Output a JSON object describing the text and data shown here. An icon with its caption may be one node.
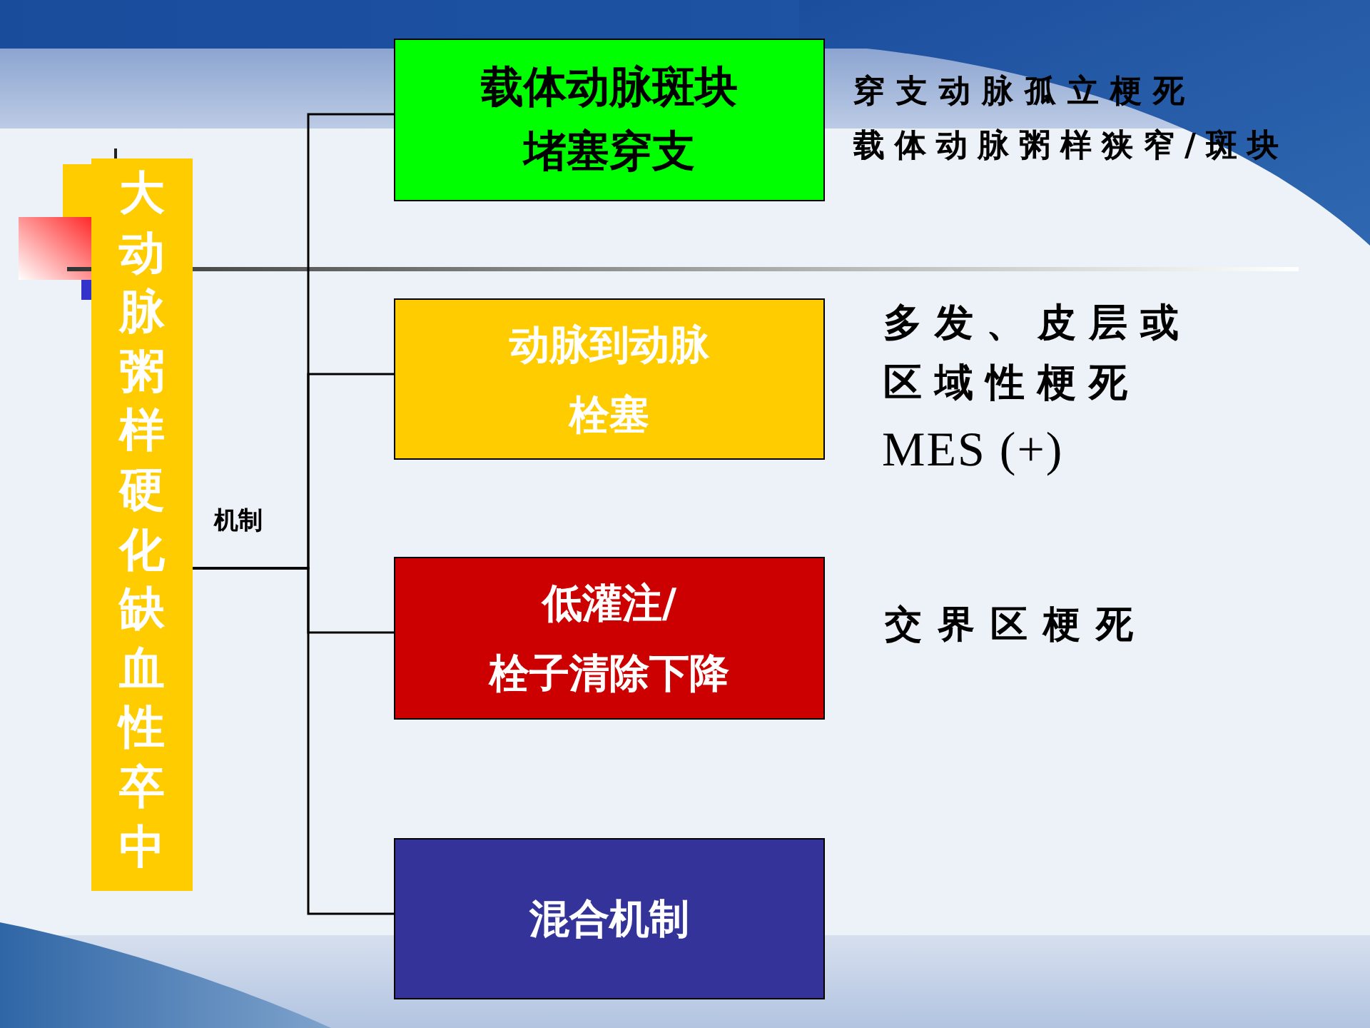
{
  "diagram": {
    "nodes": [
      {
        "text": [
          "大动脉粥样硬化缺血性卒中"
        ]
      },
      {
        "text": [
          "载体动脉斑块堵塞穿支"
        ],
        "beside": [
          "穿支动脉孤立梗死",
          "载体动脉粥样狭窄/斑块"
        ]
      },
      {
        "text": [
          "动脉到动脉栓塞"
        ],
        "beside": [
          "多发、皮层或区域性梗死",
          "MES (+)"
        ]
      },
      {
        "text": [
          "低灌注/栓子清除下降"
        ],
        "beside": [
          "交界区梗死"
        ]
      },
      {
        "text": [
          "混合机制"
        ]
      }
    ],
    "edges": [
      {
        "from": 0,
        "to": 1,
        "arrow": "none"
      },
      {
        "from": 0,
        "to": 2,
        "arrow": "none"
      },
      {
        "from": 0,
        "to": 3,
        "arrow": "none"
      },
      {
        "from": 0,
        "to": 4,
        "arrow": "none"
      }
    ],
    "labels": [
      "机制"
    ]
  }
}
